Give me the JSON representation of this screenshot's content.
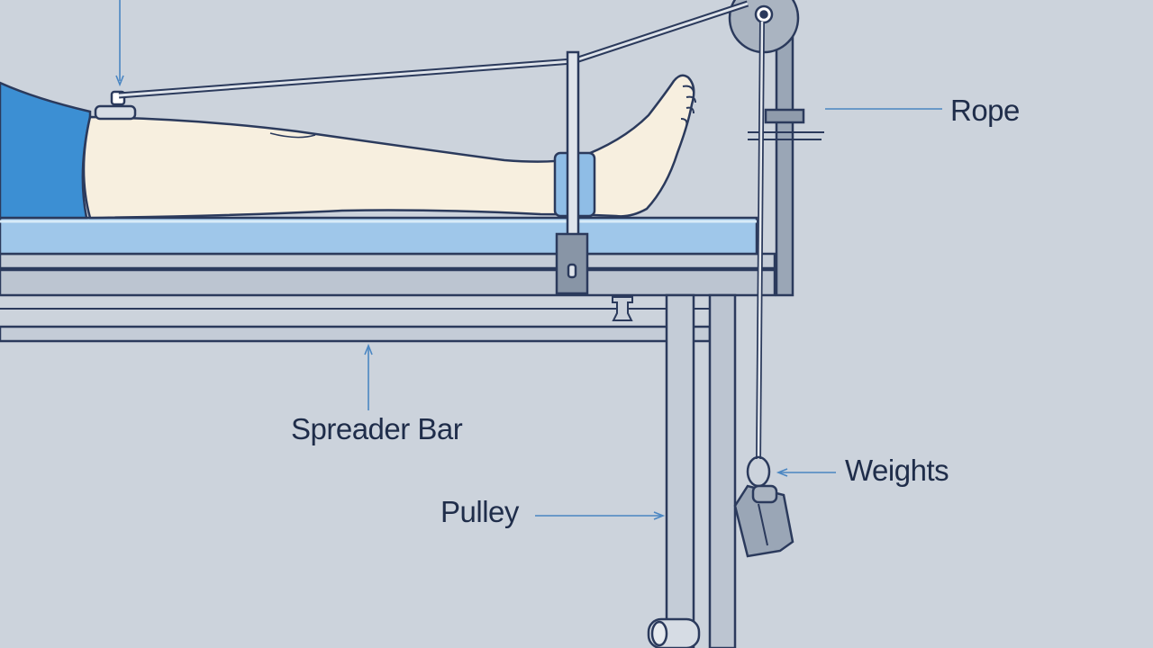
{
  "diagram": {
    "labels": {
      "rope": "Rope",
      "spreader_bar": "Spreader Bar",
      "weights": "Weights",
      "pulley": "Pulley"
    },
    "colors": {
      "background": "#ccd3dc",
      "outline": "#2b3a5c",
      "leader_line": "#4a86c2",
      "bed_surface": "#9fc7ea",
      "sheet": "#3c8fd3",
      "skin": "#f7efdf",
      "metal": "#aeb8c6",
      "text": "#1f2d4a"
    }
  }
}
